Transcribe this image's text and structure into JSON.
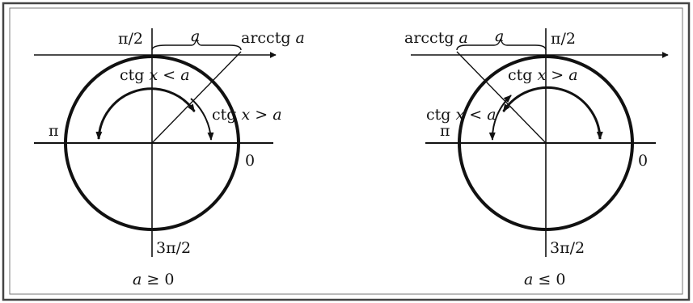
{
  "colors": {
    "ink": "#111111",
    "frame": "#444444",
    "background": "#ffffff"
  },
  "diagrams": [
    {
      "condition": {
        "var": "a",
        "rel": " ≥ 0"
      },
      "labels": {
        "top": "π/2",
        "left": "π",
        "right": "0",
        "bottom": "3π/2",
        "a_width": "a",
        "arc_word": "arcctg ",
        "arc_var": "a",
        "ctg_word": "ctg ",
        "ctg_var": "x",
        "less_rel": " < ",
        "greater_rel": " > ",
        "param": "a"
      }
    },
    {
      "condition": {
        "var": "a",
        "rel": " ≤ 0"
      },
      "labels": {
        "top": "π/2",
        "left": "π",
        "right": "0",
        "bottom": "3π/2",
        "a_width": "a",
        "arc_word": "arcctg ",
        "arc_var": "a",
        "ctg_word": "ctg ",
        "ctg_var": "x",
        "less_rel": " < ",
        "greater_rel": " > ",
        "param": "a"
      }
    }
  ]
}
